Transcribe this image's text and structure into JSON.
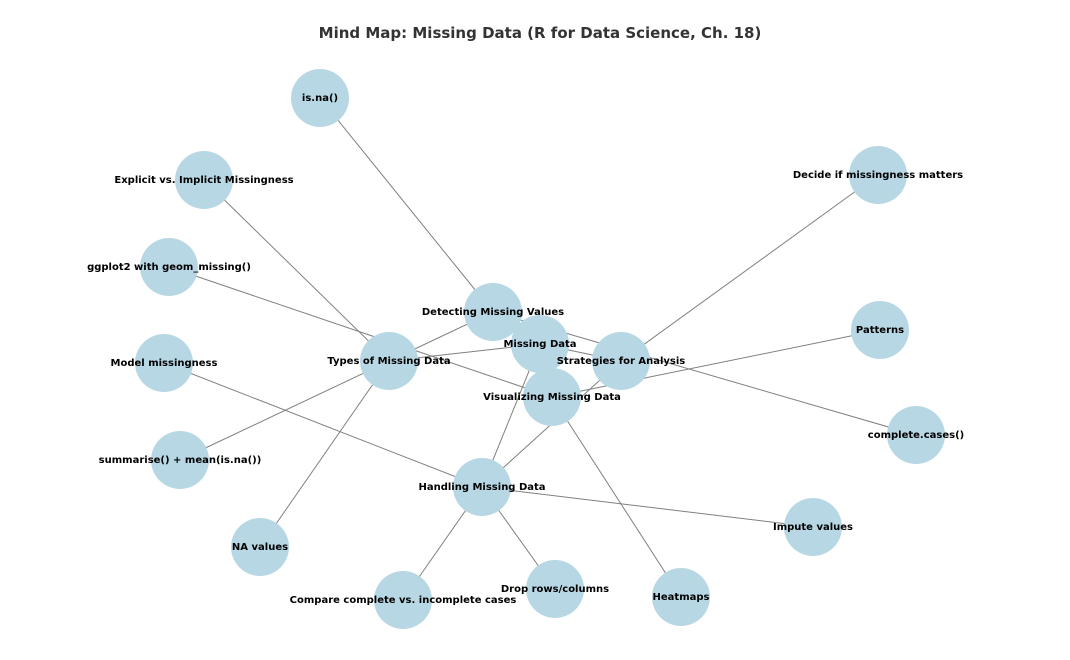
{
  "title": "Mind Map: Missing Data (R for Data Science, Ch. 18)",
  "colors": {
    "node": "#b7d7e4",
    "edge": "#808080",
    "title": "#333333",
    "label": "#000000"
  },
  "nodes": [
    {
      "id": "missing",
      "label": "Missing Data"
    },
    {
      "id": "types",
      "label": "Types of Missing Data"
    },
    {
      "id": "detect",
      "label": "Detecting Missing Values"
    },
    {
      "id": "strategies",
      "label": "Strategies for Analysis"
    },
    {
      "id": "visual",
      "label": "Visualizing Missing Data"
    },
    {
      "id": "handling",
      "label": "Handling Missing Data"
    },
    {
      "id": "isna",
      "label": "is.na()"
    },
    {
      "id": "explicit",
      "label": "Explicit vs. Implicit Missingness"
    },
    {
      "id": "ggplot",
      "label": "ggplot2 with geom_missing()"
    },
    {
      "id": "model",
      "label": "Model missingness"
    },
    {
      "id": "summarise",
      "label": "summarise() + mean(is.na())"
    },
    {
      "id": "navalues",
      "label": "NA values"
    },
    {
      "id": "compare",
      "label": "Compare complete vs. incomplete cases"
    },
    {
      "id": "drop",
      "label": "Drop rows/columns"
    },
    {
      "id": "heatmaps",
      "label": "Heatmaps"
    },
    {
      "id": "impute",
      "label": "Impute values"
    },
    {
      "id": "complete",
      "label": "complete.cases()"
    },
    {
      "id": "patterns",
      "label": "Patterns"
    },
    {
      "id": "decide",
      "label": "Decide if missingness matters"
    }
  ],
  "edges": [
    [
      "missing",
      "types"
    ],
    [
      "missing",
      "detect"
    ],
    [
      "missing",
      "strategies"
    ],
    [
      "missing",
      "visual"
    ],
    [
      "missing",
      "handling"
    ],
    [
      "types",
      "explicit"
    ],
    [
      "types",
      "navalues"
    ],
    [
      "detect",
      "isna"
    ],
    [
      "detect",
      "summarise"
    ],
    [
      "detect",
      "complete"
    ],
    [
      "visual",
      "ggplot"
    ],
    [
      "visual",
      "heatmaps"
    ],
    [
      "visual",
      "patterns"
    ],
    [
      "handling",
      "model"
    ],
    [
      "handling",
      "drop"
    ],
    [
      "handling",
      "impute"
    ],
    [
      "handling",
      "compare"
    ],
    [
      "strategies",
      "handling"
    ],
    [
      "strategies",
      "decide"
    ]
  ]
}
